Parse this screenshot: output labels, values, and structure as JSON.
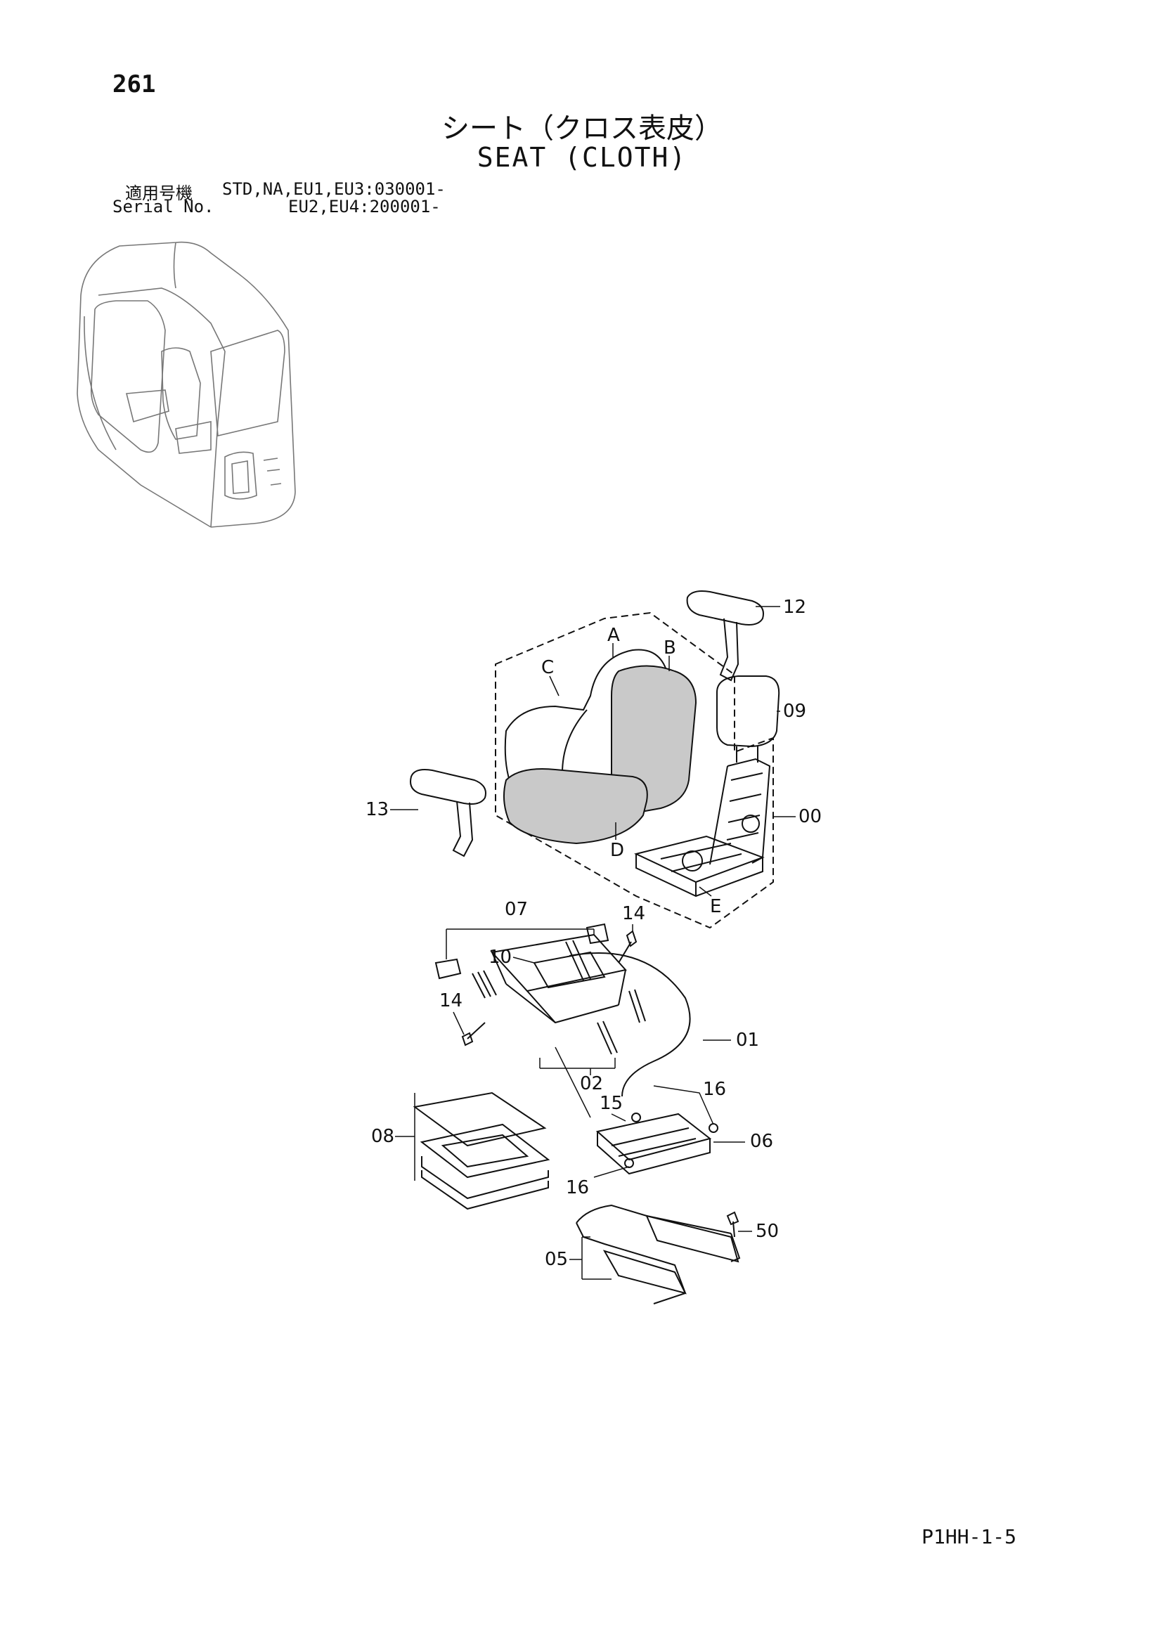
{
  "page_number": "261",
  "title_jp": "シート（クロス表皮）",
  "title_en": "SEAT (CLOTH)",
  "serial": {
    "label_jp": "適用号機",
    "label_en": "Serial No.",
    "line1": "STD,NA,EU1,EU3:030001-",
    "line2": "EU2,EU4:200001-"
  },
  "callouts": {
    "c12": "12",
    "c09": "09",
    "c00": "00",
    "c13": "13",
    "cA": "A",
    "cB": "B",
    "cC": "C",
    "cD": "D",
    "cE": "E",
    "c07": "07",
    "c14a": "14",
    "c10": "10",
    "c14b": "14",
    "c01": "01",
    "c02": "02",
    "c16a": "16",
    "c15": "15",
    "c08": "08",
    "c06": "06",
    "c16b": "16",
    "c50": "50",
    "c05": "05"
  },
  "footer_code": "P1HH-1-5"
}
